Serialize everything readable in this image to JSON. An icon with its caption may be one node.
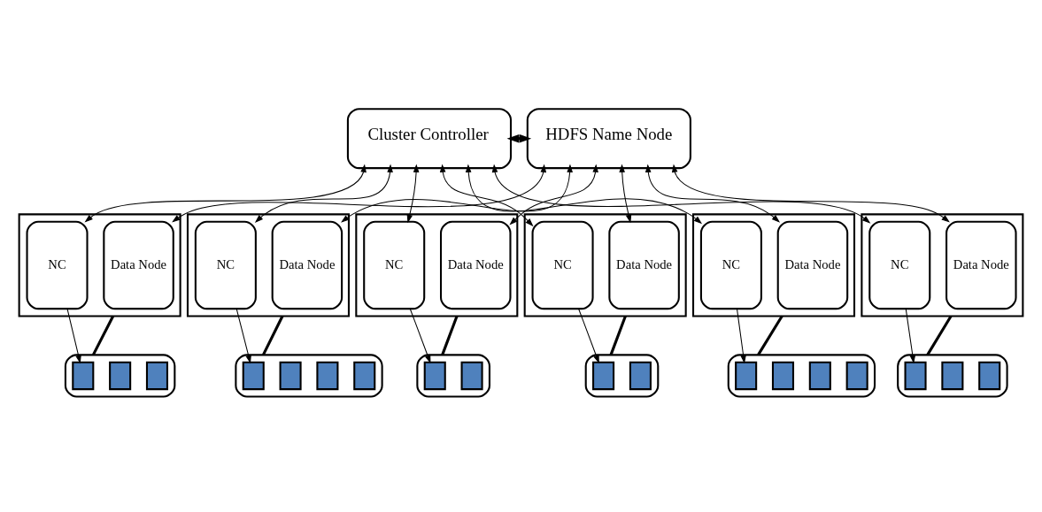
{
  "diagram": {
    "nodes": [
      {
        "text": [
          "Cluster Controller"
        ]
      },
      {
        "text": [
          "HDFS Name Node"
        ]
      },
      {
        "text": [],
        "shape": "box"
      },
      {
        "text": [
          "NC"
        ],
        "in": 2
      },
      {
        "text": [
          "Data Node"
        ],
        "in": 2
      },
      {
        "text": [],
        "shape": "box"
      },
      {
        "text": [
          "NC"
        ],
        "in": 5
      },
      {
        "text": [
          "Data Node"
        ],
        "in": 5
      },
      {
        "text": [],
        "shape": "box"
      },
      {
        "text": [
          "NC"
        ],
        "in": 8
      },
      {
        "text": [
          "Data Node"
        ],
        "in": 8
      },
      {
        "text": [],
        "shape": "box"
      },
      {
        "text": [
          "NC"
        ],
        "in": 11
      },
      {
        "text": [
          "Data Node"
        ],
        "in": 11
      },
      {
        "text": [],
        "shape": "box"
      },
      {
        "text": [
          "NC"
        ],
        "in": 14
      },
      {
        "text": [
          "Data Node"
        ],
        "in": 14
      },
      {
        "text": [],
        "shape": "box"
      },
      {
        "text": [
          "NC"
        ],
        "in": 17
      },
      {
        "text": [
          "Data Node"
        ],
        "in": 17
      },
      {
        "text": [],
        "shape": "cylinder"
      },
      {
        "text": [],
        "shape": "box",
        "in": 20
      },
      {
        "text": [],
        "shape": "box",
        "in": 20
      },
      {
        "text": [],
        "shape": "box",
        "in": 20
      },
      {
        "text": [],
        "shape": "cylinder"
      },
      {
        "text": [],
        "shape": "box",
        "in": 24
      },
      {
        "text": [],
        "shape": "box",
        "in": 24
      },
      {
        "text": [],
        "shape": "box",
        "in": 24
      },
      {
        "text": [],
        "shape": "box",
        "in": 24
      },
      {
        "text": [],
        "shape": "cylinder"
      },
      {
        "text": [],
        "shape": "box",
        "in": 29
      },
      {
        "text": [],
        "shape": "box",
        "in": 29
      },
      {
        "text": [],
        "shape": "cylinder"
      },
      {
        "text": [],
        "shape": "box",
        "in": 32
      },
      {
        "text": [],
        "shape": "box",
        "in": 32
      },
      {
        "text": [],
        "shape": "cylinder"
      },
      {
        "text": [],
        "shape": "box",
        "in": 35
      },
      {
        "text": [],
        "shape": "box",
        "in": 35
      },
      {
        "text": [],
        "shape": "box",
        "in": 35
      },
      {
        "text": [],
        "shape": "box",
        "in": 35
      },
      {
        "text": [],
        "shape": "cylinder"
      },
      {
        "text": [],
        "shape": "box",
        "in": 40
      },
      {
        "text": [],
        "shape": "box",
        "in": 40
      },
      {
        "text": [],
        "shape": "box",
        "in": 40
      }
    ],
    "edges": [
      {
        "from": 0,
        "to": 1,
        "arrow": "both",
        "style": "thick"
      },
      {
        "from": 0,
        "to": 3,
        "arrow": "both"
      },
      {
        "from": 0,
        "to": 6,
        "arrow": "both"
      },
      {
        "from": 0,
        "to": 9,
        "arrow": "both"
      },
      {
        "from": 0,
        "to": 12,
        "arrow": "both"
      },
      {
        "from": 0,
        "to": 15,
        "arrow": "both"
      },
      {
        "from": 0,
        "to": 18,
        "arrow": "both"
      },
      {
        "from": 1,
        "to": 4,
        "arrow": "both"
      },
      {
        "from": 1,
        "to": 7,
        "arrow": "both"
      },
      {
        "from": 1,
        "to": 10,
        "arrow": "both"
      },
      {
        "from": 1,
        "to": 13,
        "arrow": "both"
      },
      {
        "from": 1,
        "to": 16,
        "arrow": "both"
      },
      {
        "from": 1,
        "to": 19,
        "arrow": "both"
      },
      {
        "from": 2,
        "to": 20,
        "arrow": "none",
        "style": "thick"
      },
      {
        "from": 5,
        "to": 24,
        "arrow": "none",
        "style": "thick"
      },
      {
        "from": 8,
        "to": 29,
        "arrow": "none",
        "style": "thick"
      },
      {
        "from": 11,
        "to": 32,
        "arrow": "none",
        "style": "thick"
      },
      {
        "from": 14,
        "to": 35,
        "arrow": "none",
        "style": "thick"
      },
      {
        "from": 17,
        "to": 40,
        "arrow": "none",
        "style": "thick"
      },
      {
        "from": 3,
        "to": 21,
        "arrow": "to"
      },
      {
        "from": 6,
        "to": 25,
        "arrow": "to"
      },
      {
        "from": 9,
        "to": 30,
        "arrow": "to"
      },
      {
        "from": 12,
        "to": 33,
        "arrow": "to"
      },
      {
        "from": 15,
        "to": 36,
        "arrow": "to"
      },
      {
        "from": 18,
        "to": 41,
        "arrow": "to"
      }
    ]
  }
}
